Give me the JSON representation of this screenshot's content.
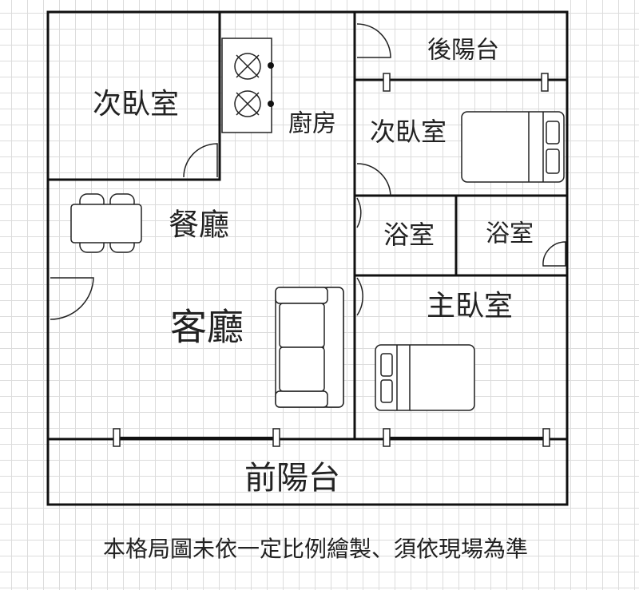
{
  "rooms": {
    "bedroom_2_left": "次臥室",
    "kitchen": "廚房",
    "back_balcony": "後陽台",
    "bedroom_2_right": "次臥室",
    "bathroom_1": "浴室",
    "bathroom_2": "浴室",
    "dining_room": "餐廳",
    "living_room": "客廳",
    "master_bedroom": "主臥室",
    "front_balcony": "前陽台"
  },
  "disclaimer": "本格局圖未依一定比例繪製、須依現場為準"
}
